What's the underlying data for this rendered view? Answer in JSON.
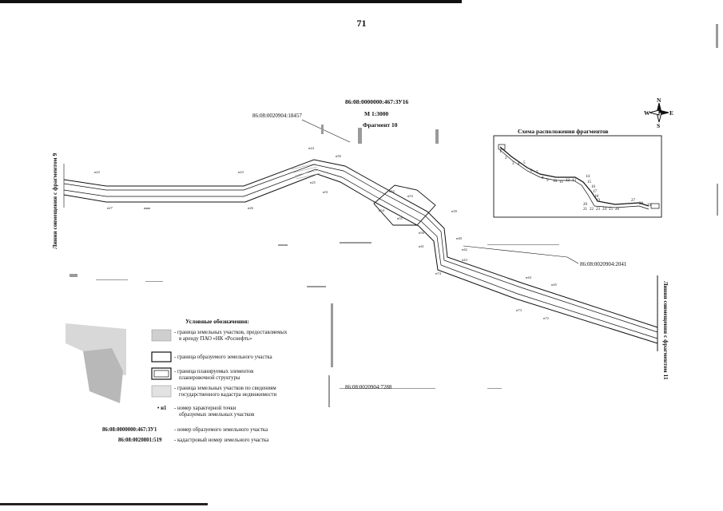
{
  "page": {
    "number": "71"
  },
  "header": {
    "parcel_code": "86:08:0000000:467:ЗУ16",
    "scale": "М 1:3000",
    "fragment": "Фрагмент 10"
  },
  "side_labels": {
    "left": "Линия совмещения с фрагментом 9",
    "right": "Линия совмещения с фрагментом 11"
  },
  "cadastral_labels": {
    "c1": "86:08:0020904:18457",
    "c2": "86:08:0020904:2041",
    "c3": "86:08:0020904:7288"
  },
  "compass": {
    "north": "N",
    "south": "S",
    "east": "E",
    "west": "W"
  },
  "point_labels": [
    "н22",
    "н23",
    "н24",
    "н27",
    "н26",
    "н25",
    "н50",
    "н51",
    "н52",
    "н53",
    "н54",
    "н55",
    "н56",
    "н39",
    "н40",
    "н41",
    "н42",
    "н43",
    "н44",
    "н45",
    "н72",
    "н73",
    "н74"
  ],
  "inset": {
    "title": "Схема расположения фрагментов",
    "numbers": [
      "1",
      "2",
      "3",
      "4",
      "5",
      "6",
      "7",
      "8",
      "9",
      "10",
      "11",
      "12",
      "13",
      "14",
      "15",
      "16",
      "17",
      "18",
      "19",
      "20",
      "21",
      "22",
      "23",
      "24",
      "25",
      "26",
      "27",
      "28",
      "29"
    ]
  },
  "legend": {
    "title": "Условные обозначения:",
    "items": [
      {
        "symbol": "hatched-box",
        "text1": "- граница земельных участков, предоставляемых",
        "text2": "в аренду ПАО «НК «Роснефть»"
      },
      {
        "symbol": "single-box",
        "text1": "- граница образуемого земельного участка",
        "text2": ""
      },
      {
        "symbol": "double-box",
        "text1": "- граница планируемых элементов",
        "text2": "планировочной структуры"
      },
      {
        "symbol": "gray-box",
        "text1": "- граница земельных участков по сведениям",
        "text2": "государственного кадастра недвижимости"
      },
      {
        "symbol": "dot",
        "marker": "• н1",
        "text1": "- номер характерной точки",
        "text2": "образуемых земельных участков"
      },
      {
        "symbol": "code",
        "code": "86:08:0000000:467:ЗУ1",
        "text1": "- номер образуемого земельного участка",
        "text2": ""
      },
      {
        "symbol": "code",
        "code": "86:08:0020801:519",
        "text1": "- кадастровый номер земельного участка",
        "text2": ""
      }
    ]
  },
  "colors": {
    "ink": "#111111",
    "gray": "#8a8a8a",
    "hatch": "#9a9a9a"
  }
}
